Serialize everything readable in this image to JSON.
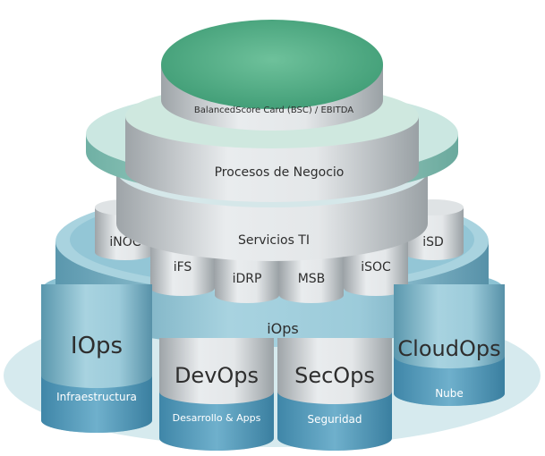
{
  "layers": {
    "top": "BalancedScore Card (BSC) / EBITDA",
    "business": "Procesos de Negocio",
    "services": "Servicios TI",
    "iops": "iOps"
  },
  "service_modules": {
    "back_left": "iNOC",
    "back_right": "iSD",
    "front": [
      "iFS",
      "iDRP",
      "MSB",
      "iSOC"
    ]
  },
  "pillars": [
    {
      "name": "IOps",
      "subtitle": "Infraestructura"
    },
    {
      "name": "DevOps",
      "subtitle": "Desarrollo & Apps"
    },
    {
      "name": "SecOps",
      "subtitle": "Seguridad"
    },
    {
      "name": "CloudOps",
      "subtitle": "Nube"
    }
  ],
  "colors": {
    "base": "#cfe5ea",
    "cylinder_blue": "#7fb9cc",
    "pillar_band": "#5e9fbc",
    "top_green": "#4faa84",
    "mid_teal": "#9ccfc2",
    "gray": "#c9ced1",
    "text_dark": "#2e2e2e"
  }
}
